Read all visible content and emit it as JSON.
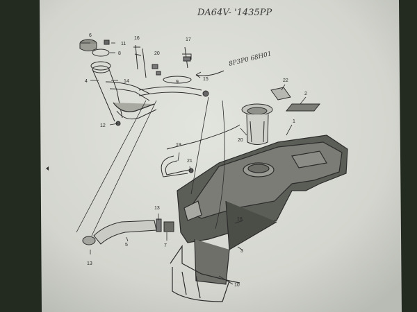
{
  "header": {
    "handwritten_note": "DA64V- '1435PP"
  },
  "annotation": {
    "handwritten_code": "8P3P0 68H01"
  },
  "part_labels": [
    {
      "id": "p1",
      "text": "1"
    },
    {
      "id": "p2",
      "text": "2"
    },
    {
      "id": "p3",
      "text": "3"
    },
    {
      "id": "p4",
      "text": "4"
    },
    {
      "id": "p5",
      "text": "5"
    },
    {
      "id": "p6",
      "text": "6"
    },
    {
      "id": "p7",
      "text": "7"
    },
    {
      "id": "p8",
      "text": "8"
    },
    {
      "id": "p9",
      "text": "9"
    },
    {
      "id": "p10",
      "text": "10"
    },
    {
      "id": "p11",
      "text": "11"
    },
    {
      "id": "p12",
      "text": "12"
    },
    {
      "id": "p13a",
      "text": "13"
    },
    {
      "id": "p13b",
      "text": "13"
    },
    {
      "id": "p14",
      "text": "14"
    },
    {
      "id": "p15",
      "text": "15"
    },
    {
      "id": "p16",
      "text": "16"
    },
    {
      "id": "p17",
      "text": "17"
    },
    {
      "id": "p18",
      "text": "18"
    },
    {
      "id": "p19",
      "text": "19"
    },
    {
      "id": "p20a",
      "text": "20"
    },
    {
      "id": "p20b",
      "text": "20"
    },
    {
      "id": "p21",
      "text": "21"
    },
    {
      "id": "p22",
      "text": "22"
    }
  ],
  "colors": {
    "background": "#232a20",
    "paper": "#d7d9d3",
    "ink": "#2c2c2c"
  }
}
